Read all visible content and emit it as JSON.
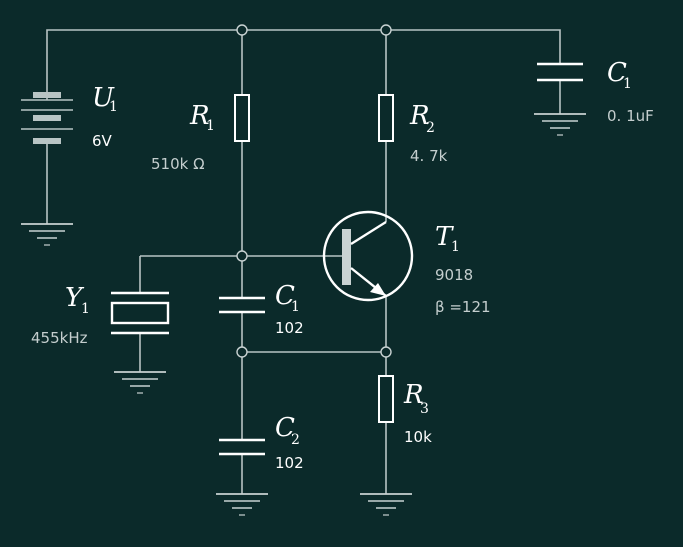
{
  "diagram": {
    "background": "#0b2a2a",
    "components": {
      "battery": {
        "ref": "U",
        "sub": "1",
        "value": "6V"
      },
      "r1": {
        "ref": "R",
        "sub": "1",
        "value": "510k Ω"
      },
      "r2": {
        "ref": "R",
        "sub": "2",
        "value": "4. 7k"
      },
      "r3": {
        "ref": "R",
        "sub": "3",
        "value": "10k"
      },
      "c1_top": {
        "ref": "C",
        "sub": "1",
        "value": "0. 1uF"
      },
      "c1_mid": {
        "ref": "C",
        "sub": "1",
        "value": "102"
      },
      "c2": {
        "ref": "C",
        "sub": "2",
        "value": "102"
      },
      "crystal": {
        "ref": "Y",
        "sub": "1",
        "value": "455kHz"
      },
      "transistor": {
        "ref": "T",
        "sub": "1",
        "value": "9018",
        "beta": "β =121"
      }
    }
  }
}
